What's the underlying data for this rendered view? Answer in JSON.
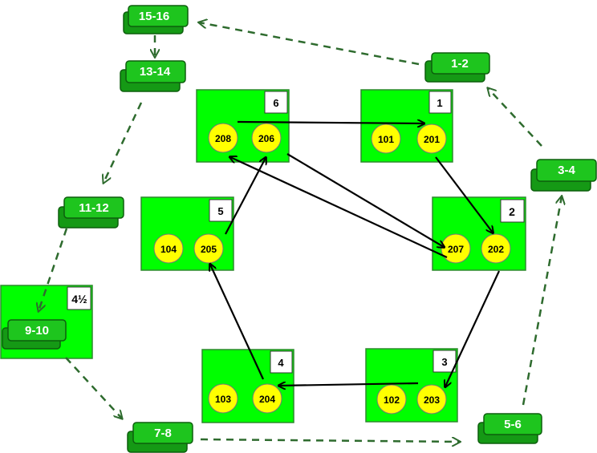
{
  "colors": {
    "table_fill": "#00ff00",
    "table_border": "#2d8a2d",
    "pill_fill": "#1ec51e",
    "pill_shadow": "#159915",
    "pill_border": "#0d5f0d",
    "seat_fill": "#ffff00",
    "arrow_solid": "#000000",
    "arrow_dashed": "#2e6b2e"
  },
  "tables": [
    {
      "id": "1",
      "label": "1",
      "seats": [
        "101",
        "201"
      ]
    },
    {
      "id": "2",
      "label": "2",
      "seats": [
        "207",
        "202"
      ]
    },
    {
      "id": "3",
      "label": "3",
      "seats": [
        "102",
        "203"
      ]
    },
    {
      "id": "4",
      "label": "4",
      "seats": [
        "103",
        "204"
      ]
    },
    {
      "id": "5",
      "label": "5",
      "seats": [
        "104",
        "205"
      ]
    },
    {
      "id": "6",
      "label": "6",
      "seats": [
        "208",
        "206"
      ]
    },
    {
      "id": "4half",
      "label": "4½",
      "seats": []
    }
  ],
  "rounds": [
    {
      "id": "r1-2",
      "label": "1-2"
    },
    {
      "id": "r3-4",
      "label": "3-4"
    },
    {
      "id": "r5-6",
      "label": "5-6"
    },
    {
      "id": "r7-8",
      "label": "7-8"
    },
    {
      "id": "r9-10",
      "label": "9-10"
    },
    {
      "id": "r11-12",
      "label": "11-12"
    },
    {
      "id": "r13-14",
      "label": "13-14"
    },
    {
      "id": "r15-16",
      "label": "15-16"
    }
  ]
}
